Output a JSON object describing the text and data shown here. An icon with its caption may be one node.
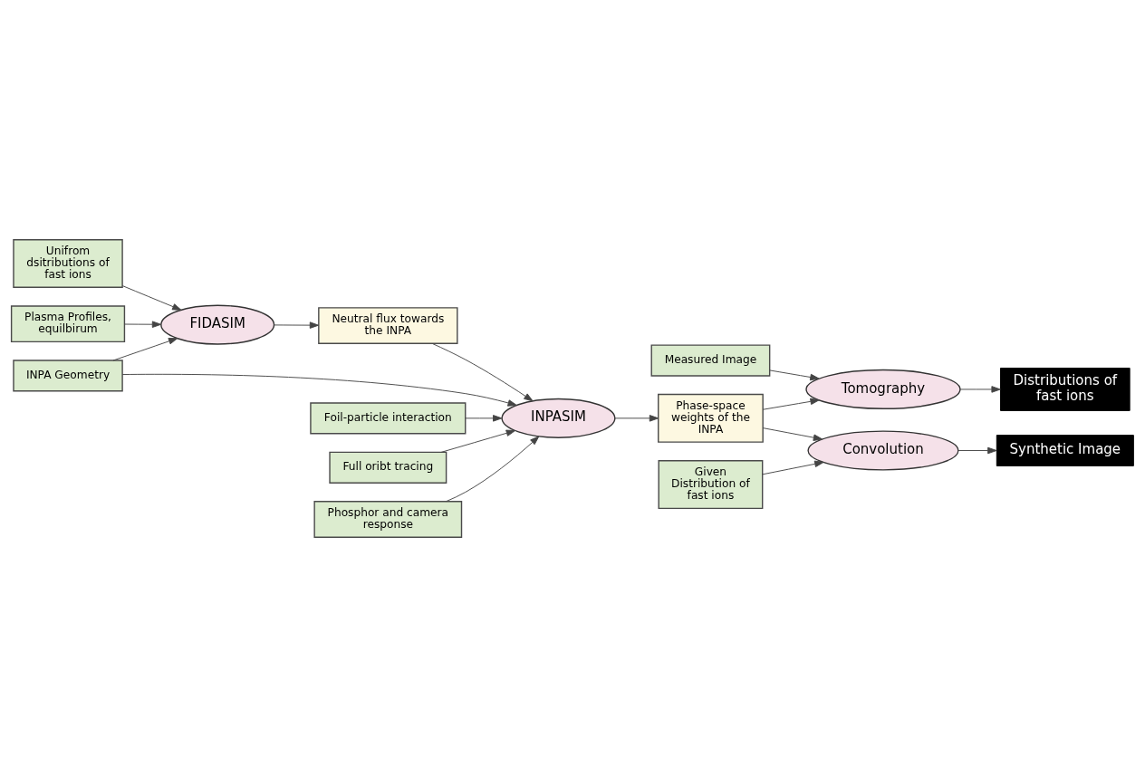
{
  "diagram": {
    "nodes": [
      {
        "text": [
          "Unifrom dsitributions of fast ions"
        ]
      },
      {
        "text": [
          "Plasma Profiles, equilbirum"
        ]
      },
      {
        "text": [
          "INPA Geometry"
        ]
      },
      {
        "text": [
          "FIDASIM"
        ]
      },
      {
        "text": [
          "Neutral flux towards the INPA"
        ]
      },
      {
        "text": [
          "Foil-particle interaction"
        ]
      },
      {
        "text": [
          "Full oribt tracing"
        ]
      },
      {
        "text": [
          "Phosphor and camera response"
        ]
      },
      {
        "text": [
          "INPASIM"
        ]
      },
      {
        "text": [
          "Phase-space weights of the INPA"
        ]
      },
      {
        "text": [
          "Given Distribution of fast ions"
        ]
      },
      {
        "text": [
          "Measured Image"
        ]
      },
      {
        "text": [
          "Tomography"
        ]
      },
      {
        "text": [
          "Convolution"
        ]
      },
      {
        "text": [
          "Distributions of fast ions"
        ]
      },
      {
        "text": [
          "Synthetic Image"
        ]
      }
    ],
    "edges": [
      {
        "from": 0,
        "to": 3,
        "arrow": "to"
      },
      {
        "from": 1,
        "to": 3,
        "arrow": "to"
      },
      {
        "from": 2,
        "to": 3,
        "arrow": "to"
      },
      {
        "from": 3,
        "to": 4,
        "arrow": "to"
      },
      {
        "from": 4,
        "to": 8,
        "arrow": "to"
      },
      {
        "from": 2,
        "to": 8,
        "arrow": "to"
      },
      {
        "from": 5,
        "to": 8,
        "arrow": "to"
      },
      {
        "from": 6,
        "to": 8,
        "arrow": "to"
      },
      {
        "from": 7,
        "to": 8,
        "arrow": "to"
      },
      {
        "from": 8,
        "to": 9,
        "arrow": "to"
      },
      {
        "from": 9,
        "to": 12,
        "arrow": "to"
      },
      {
        "from": 9,
        "to": 13,
        "arrow": "to"
      },
      {
        "from": 10,
        "to": 13,
        "arrow": "to"
      },
      {
        "from": 11,
        "to": 12,
        "arrow": "to"
      },
      {
        "from": 12,
        "to": 14,
        "arrow": "to"
      },
      {
        "from": 13,
        "to": 15,
        "arrow": "to"
      }
    ]
  }
}
